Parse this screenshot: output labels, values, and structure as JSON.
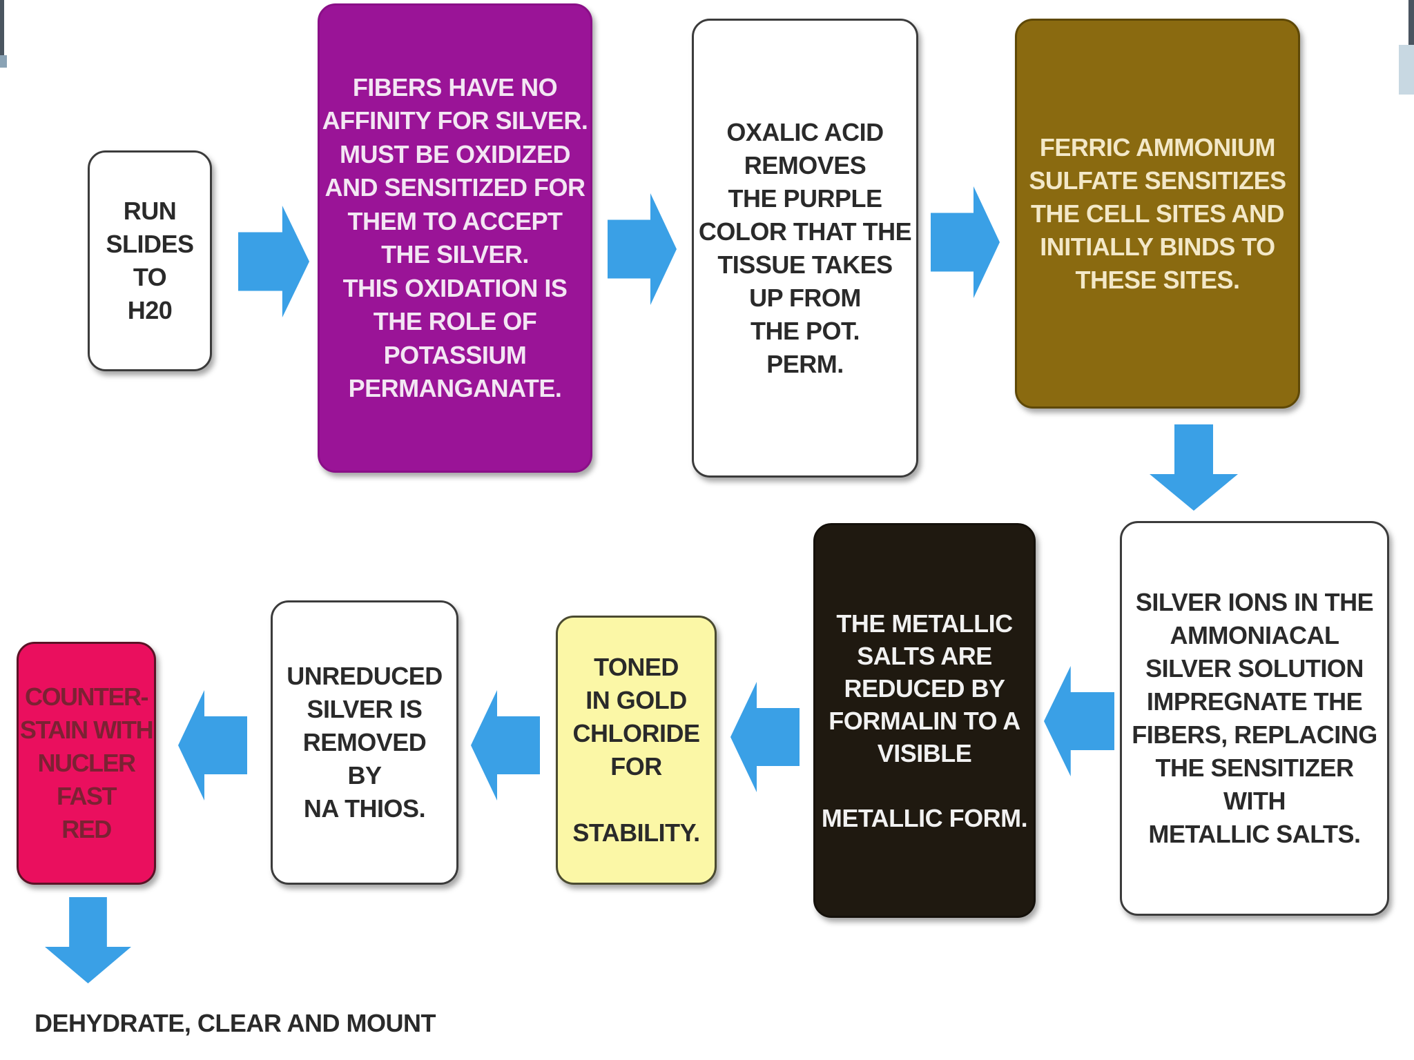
{
  "colors": {
    "arrow": "#3aa0e6",
    "purple_box": "#9a1497",
    "brown_box": "#8a6a10",
    "dark_box": "#1f1910",
    "yellow_box": "#fbf7a6",
    "pink_box": "#ea0f5e"
  },
  "steps": {
    "run_slides": "RUN\nSLIDES\nTO\nH20",
    "oxidation": "FIBERS HAVE NO\nAFFINITY FOR SILVER.\nMUST BE OXIDIZED\nAND SENSITIZED FOR\nTHEM TO ACCEPT\nTHE SILVER.\nTHIS OXIDATION IS\nTHE ROLE OF\nPOTASSIUM\nPERMANGANATE.",
    "oxalic_acid": "OXALIC ACID\nREMOVES\nTHE PURPLE\nCOLOR THAT THE\nTISSUE TAKES\nUP FROM\nTHE POT.\nPERM.",
    "ferric_ammonium": "FERRIC AMMONIUM\nSULFATE SENSITIZES\nTHE CELL SITES AND\nINITIALLY BINDS TO\nTHESE SITES.",
    "silver_ions": "SILVER IONS IN THE\nAMMONIACAL\nSILVER SOLUTION\nIMPREGNATE THE\nFIBERS, REPLACING\nTHE SENSITIZER WITH\nMETALLIC SALTS.",
    "metallic_salts": "THE METALLIC\nSALTS ARE\nREDUCED BY\nFORMALIN TO A\nVISIBLE\n\nMETALLIC FORM.",
    "gold_chloride": "TONED\nIN GOLD\nCHLORIDE\nFOR\n\nSTABILITY.",
    "unreduced_silver": "UNREDUCED\nSILVER IS\nREMOVED\nBY\nNA  THIOS.",
    "counterstain": "COUNTER-\nSTAIN WITH\nNUCLER\nFAST\nRED"
  },
  "final_step": "DEHYDRATE, CLEAR AND MOUNT"
}
